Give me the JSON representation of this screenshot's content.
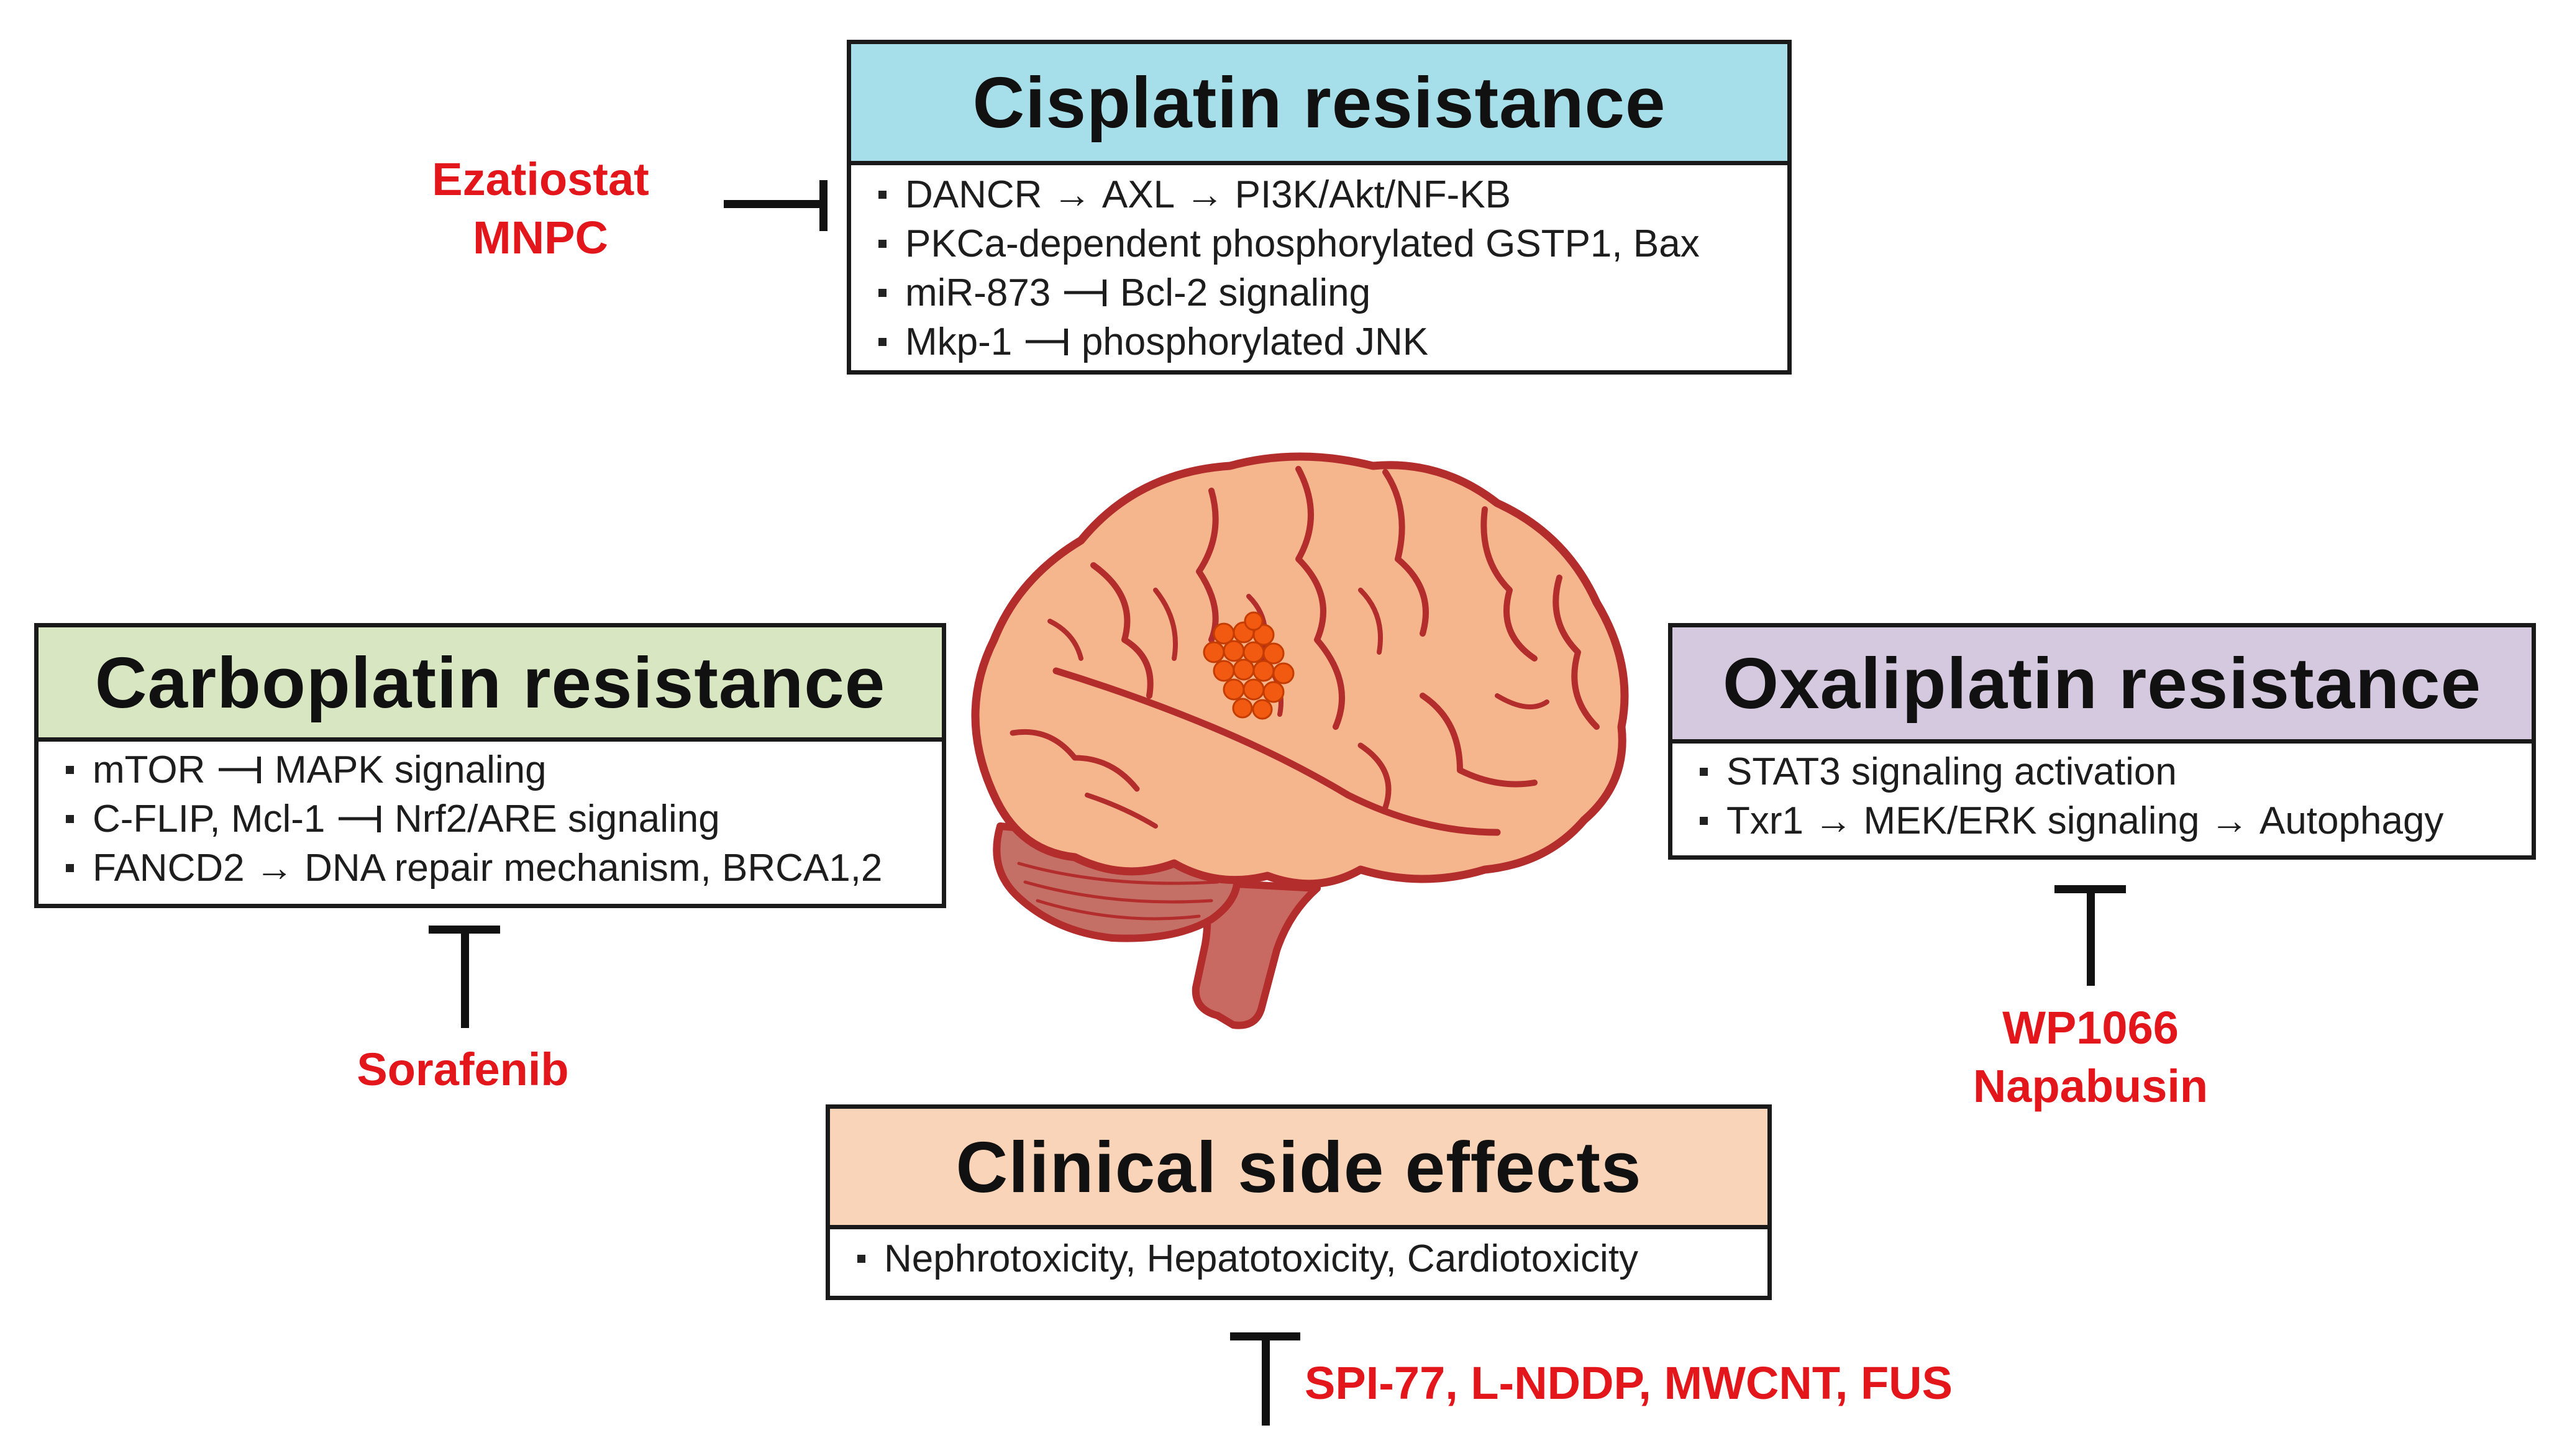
{
  "colors": {
    "cisplatin_header": "#a6dfe9",
    "carboplatin_header": "#d8e7c2",
    "oxaliplatin_header": "#d5c9e0",
    "side_effects_header": "#fad4b8",
    "drug_text": "#e3171b",
    "brain_fill": "#f5b58d",
    "brain_outline": "#b32d2d",
    "tumor": "#f15a10"
  },
  "cisplatin": {
    "title": "Cisplatin resistance",
    "items": [
      {
        "a": "DANCR",
        "op1": "→",
        "b": "AXL",
        "op2": "→",
        "c": "PI3K/Akt/NF-KB"
      },
      {
        "text": "PKCa-dependent phosphorylated GSTP1, Bax"
      },
      {
        "a": "miR-873",
        "b": "Bcl-2 signaling"
      },
      {
        "a": "Mkp-1",
        "b": "phosphorylated JNK"
      }
    ],
    "inhibitors": [
      "Ezatiostat",
      "MNPC"
    ]
  },
  "carboplatin": {
    "title": "Carboplatin resistance",
    "items": [
      {
        "a": "mTOR",
        "b": "MAPK signaling"
      },
      {
        "a": "C-FLIP, Mcl-1",
        "b": "Nrf2/ARE signaling"
      },
      {
        "a": "FANCD2",
        "op": "→",
        "b": "DNA repair mechanism, BRCA1,2"
      }
    ],
    "inhibitor": "Sorafenib"
  },
  "oxaliplatin": {
    "title": "Oxaliplatin resistance",
    "items": [
      {
        "text": "STAT3 signaling activation"
      },
      {
        "a": "Txr1",
        "op1": "→",
        "b": "MEK/ERK signaling",
        "op2": "→",
        "c": "Autophagy"
      }
    ],
    "inhibitors": [
      "WP1066",
      "Napabusin"
    ]
  },
  "side_effects": {
    "title": "Clinical side effects",
    "items": [
      {
        "text": "Nephrotoxicity, Hepatotoxicity, Cardiotoxicity"
      }
    ],
    "inhibitor": "SPI-77, L-NDDP, MWCNT, FUS"
  },
  "brain": {
    "image": "brain-with-tumor-icon"
  }
}
